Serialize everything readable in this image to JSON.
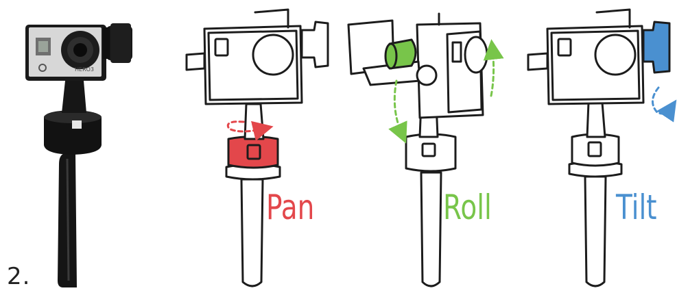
{
  "step_number": "2.",
  "labels": {
    "pan": "Pan",
    "roll": "Roll",
    "tilt": "Tilt"
  },
  "colors": {
    "pan": "#e3474b",
    "roll": "#78c54a",
    "tilt": "#4a90d0",
    "outline": "#1c1c1c",
    "photo_body": "#151515",
    "camera_face": "#d7d7d7"
  },
  "camera_model_text": "HERO3"
}
